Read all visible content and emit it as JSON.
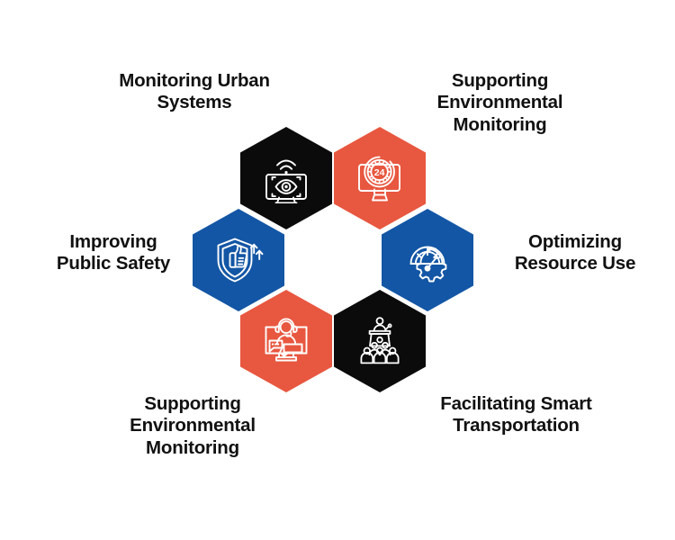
{
  "graphic": {
    "type": "hexagon-honeycomb-infographic",
    "background": "#FFFFFF",
    "colors": {
      "black": "#0B0B0B",
      "orange": "#E8573F",
      "blue": "#1356A5",
      "icon_stroke": "#FFFFFF",
      "label_text": "#111111"
    }
  },
  "cells": [
    {
      "id": "monitoring-urban-systems",
      "color": "#0B0B0B",
      "icon": "monitor-eye-wifi-icon",
      "label": "Monitoring Urban\nSystems",
      "label_position": "top-left"
    },
    {
      "id": "supporting-environmental-monitoring-top",
      "color": "#E8573F",
      "icon": "monitor-24-hour-clock-icon",
      "label": "Supporting\nEnvironmental\nMonitoring",
      "label_position": "top-right"
    },
    {
      "id": "improving-public-safety",
      "color": "#1356A5",
      "icon": "shield-thumbs-up-arrows-icon",
      "label": "Improving\nPublic Safety",
      "label_position": "middle-left"
    },
    {
      "id": "optimizing-resource-use",
      "color": "#1356A5",
      "icon": "gear-speedometer-icon",
      "label": "Optimizing\nResource Use",
      "label_position": "middle-right"
    },
    {
      "id": "supporting-environmental-monitoring-bottom",
      "color": "#E8573F",
      "icon": "monitor-headset-agent-chat-icon",
      "label": "Supporting\nEnvironmental\nMonitoring",
      "label_position": "bottom-left"
    },
    {
      "id": "facilitating-smart-transportation",
      "color": "#0B0B0B",
      "icon": "podium-speaker-audience-icon",
      "label": "Facilitating Smart\nTransportation",
      "label_position": "bottom-right"
    }
  ],
  "icon_text": {
    "clock_hours": "24"
  }
}
